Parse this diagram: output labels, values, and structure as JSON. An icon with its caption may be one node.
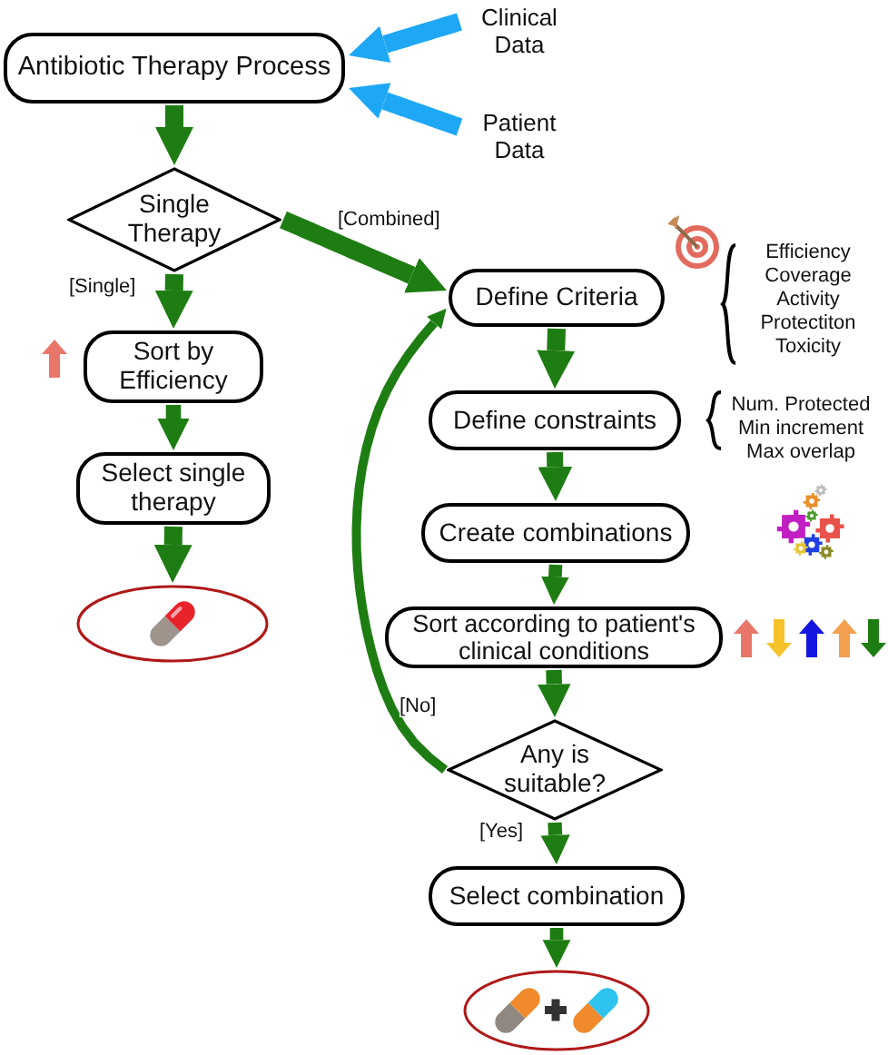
{
  "diagram": {
    "nodes": [
      {
        "text": [
          "Antibiotic Therapy Process"
        ]
      },
      {
        "text": [
          "Clinical Data"
        ]
      },
      {
        "text": [
          "Patient Data"
        ]
      },
      {
        "text": [
          "Single Therapy"
        ]
      },
      {
        "text": [
          "Sort by Efficiency"
        ]
      },
      {
        "text": [
          "Select single therapy"
        ]
      },
      {
        "text": [],
        "shape": "picture"
      },
      {
        "text": [
          "Define Criteria"
        ]
      },
      {
        "text": [
          "Define constraints"
        ]
      },
      {
        "text": [
          "Create combinations"
        ]
      },
      {
        "text": [
          "Sort according to patient's clinical conditions"
        ]
      },
      {
        "text": [
          "Any is suitable?"
        ]
      },
      {
        "text": [
          "Select combination"
        ]
      },
      {
        "text": [],
        "shape": "picture"
      }
    ],
    "edges": [
      {
        "from": 1,
        "to": 0,
        "arrow": "to",
        "color": "#1ea7f5"
      },
      {
        "from": 2,
        "to": 0,
        "arrow": "to",
        "color": "#1ea7f5"
      },
      {
        "from": 0,
        "to": 3,
        "arrow": "to"
      },
      {
        "from": 3,
        "to": 4,
        "arrow": "to",
        "label": "[Single]"
      },
      {
        "from": 4,
        "to": 5,
        "arrow": "to"
      },
      {
        "from": 5,
        "to": 6,
        "arrow": "to"
      },
      {
        "from": 3,
        "to": 7,
        "arrow": "to",
        "label": "[Combined]"
      },
      {
        "from": 7,
        "to": 8,
        "arrow": "to"
      },
      {
        "from": 8,
        "to": 9,
        "arrow": "to"
      },
      {
        "from": 9,
        "to": 10,
        "arrow": "to"
      },
      {
        "from": 10,
        "to": 11,
        "arrow": "to"
      },
      {
        "from": 11,
        "to": 12,
        "arrow": "to",
        "label": "[Yes]"
      },
      {
        "from": 11,
        "to": 7,
        "arrow": "to",
        "label": "[No]"
      },
      {
        "from": 12,
        "to": 13,
        "arrow": "to"
      }
    ],
    "labels": [
      "Efficiency",
      "Coverage",
      "Activity",
      "Protectiton",
      "Toxicity",
      "Num. Protected",
      "Min increment",
      "Max overlap"
    ]
  }
}
